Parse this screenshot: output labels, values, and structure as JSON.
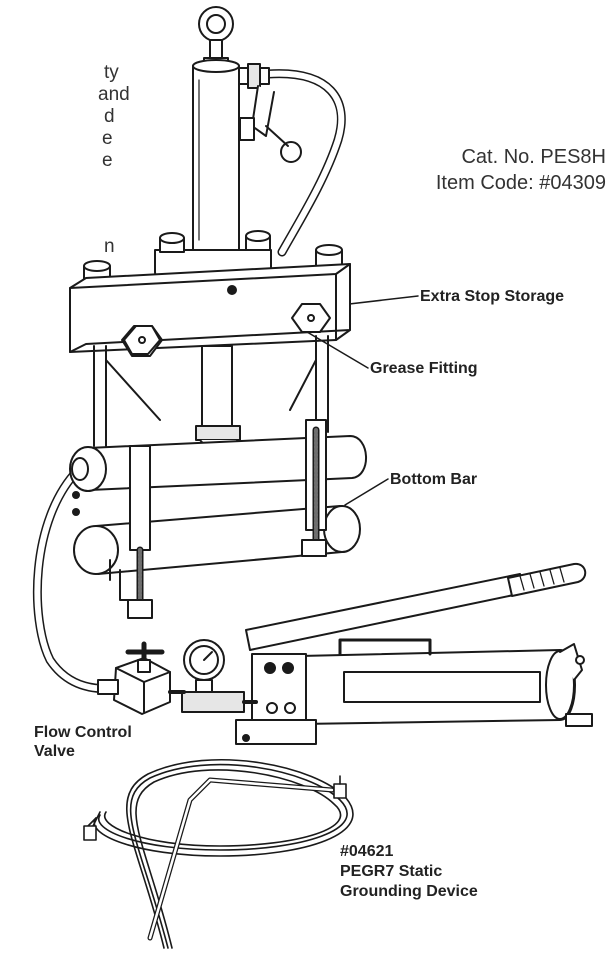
{
  "left_fragments": [
    "ty",
    "and",
    "d",
    "e",
    "e",
    "n"
  ],
  "catalog": {
    "cat_no": "Cat. No.  PES8H",
    "item_code": "Item Code: #04309"
  },
  "callouts": {
    "extra_stop_storage": "Extra Stop Storage",
    "grease_fitting": "Grease Fitting",
    "bottom_bar": "Bottom Bar",
    "flow_control_valve": [
      "Flow Control",
      "Valve"
    ],
    "grounding_device": [
      "#04621",
      "PEGR7 Static",
      "Grounding Device"
    ]
  },
  "colors": {
    "line": "#1a1a1a",
    "fill": "#ffffff",
    "shade": "#e6e6e6",
    "dark": "#6e6e6e"
  }
}
